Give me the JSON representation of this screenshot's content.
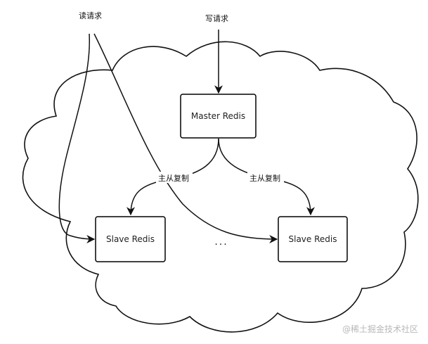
{
  "requests": {
    "read": "读请求",
    "write": "写请求"
  },
  "nodes": {
    "master": "Master Redis",
    "slave_left": "Slave Redis",
    "slave_right": "Slave Redis",
    "ellipsis": "..."
  },
  "edges": {
    "replication_left": "主从复制",
    "replication_right": "主从复制"
  },
  "watermark": "@稀土掘金技术社区",
  "colors": {
    "stroke": "#111111",
    "background": "#ffffff",
    "watermark": "#b8b8b8"
  }
}
